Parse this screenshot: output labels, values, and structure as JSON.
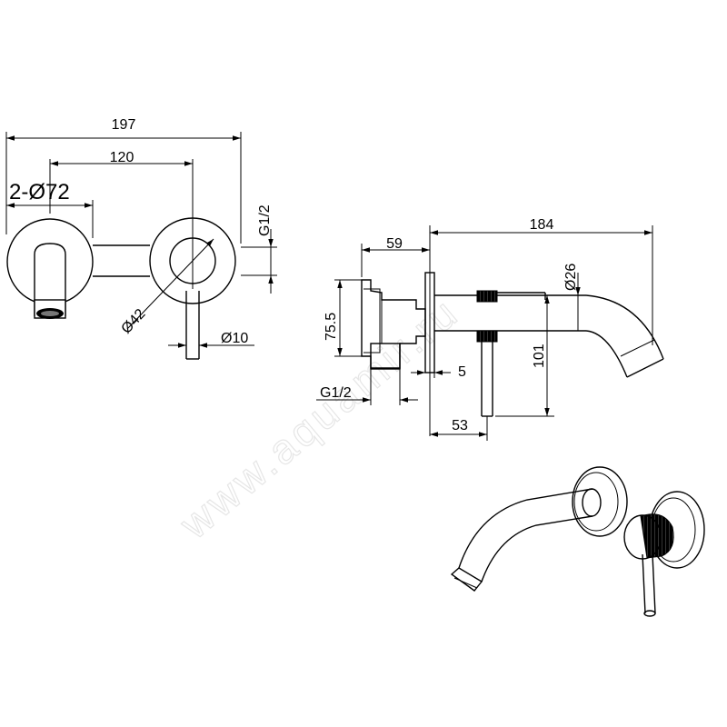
{
  "watermark": "www.aquamir.ru",
  "front_view": {
    "overall_width": "197",
    "center_distance": "120",
    "flange_diameter": "2-Ø72",
    "connection_thread": "G1/2",
    "handle_diameter": "Ø42",
    "lever_diameter": "Ø10"
  },
  "side_view": {
    "spout_projection": "184",
    "body_depth": "59",
    "spout_diameter": "Ø26",
    "body_height": "75.5",
    "spout_drop": "101",
    "flange_thickness": "5",
    "inlet_thread": "G1/2",
    "lever_projection": "53"
  }
}
